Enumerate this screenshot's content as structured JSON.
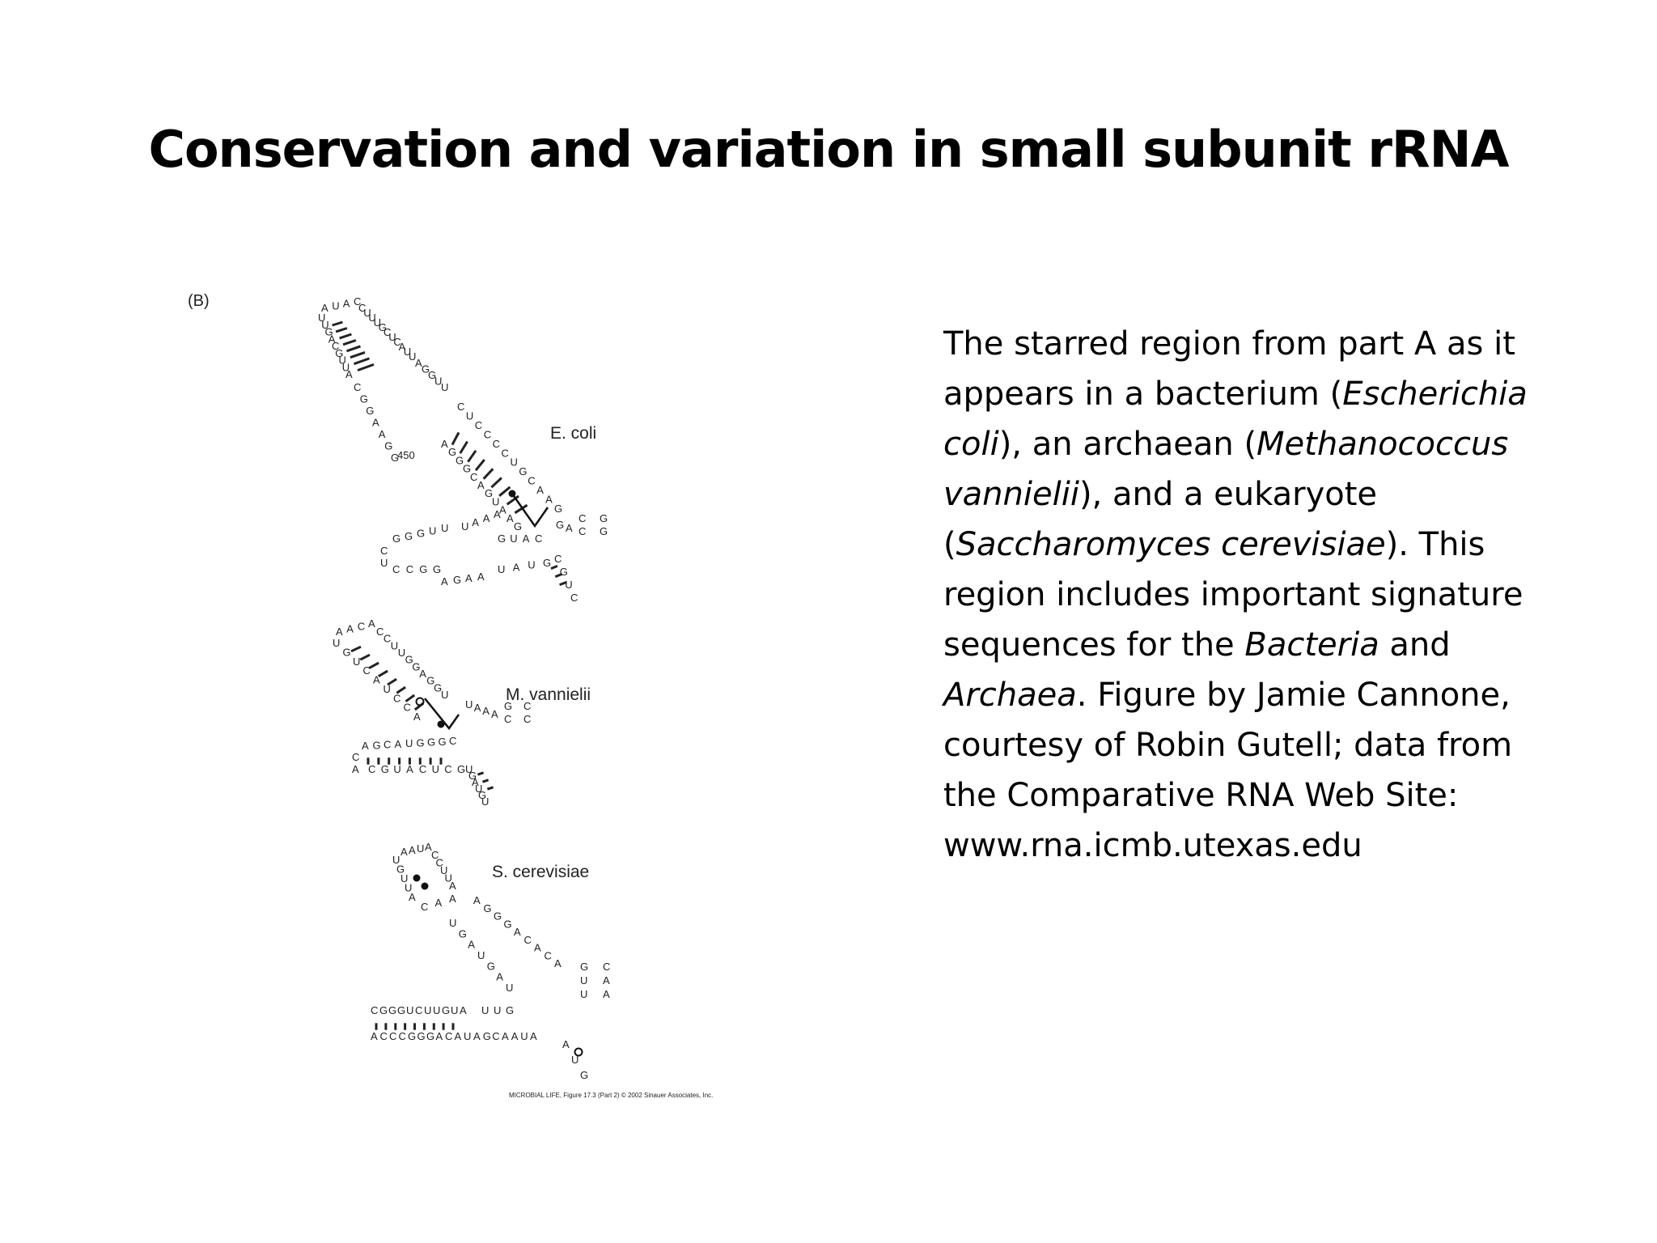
{
  "slide": {
    "title": "Conservation and variation in small subunit rRNA"
  },
  "figure": {
    "panel_label": "(B)",
    "species": [
      {
        "name": "E. coli",
        "marker": "450"
      },
      {
        "name": "M. vannielii"
      },
      {
        "name": "S. cerevisiae"
      }
    ],
    "credit": "MICROBIAL LIFE, Figure 17.3 (Part 2)  © 2002 Sinauer Associates, Inc.",
    "ecoli_seq": {
      "hp1": "AUAC",
      "a5": "UUGACGUUA",
      "a3": "CUUUGCUCAUU",
      "ib": "CGGAAGG",
      "ib2": "AGGUU",
      "b5": "AGGGCAGUAAG",
      "b3": "CUCCCCUGCAAG",
      "cl5": "GGGUU",
      "cl3": "CCGG",
      "cloop": "CU",
      "cr5": "GUAC",
      "cr3": "UAUG",
      "stub5": "UAAA",
      "loopb": "AGAA",
      "hp2": "CGUC"
    },
    "mv_seq": {
      "hp1": "AACA",
      "a5": "UGUCAUCCA",
      "a3": "CCUUGGAGGU",
      "b5": "UAAA",
      "l5": "AGCAUGGGC",
      "l3": "CGUACUCG",
      "lc": "CA",
      "hp2": "UGAUGU"
    },
    "sc_seq": {
      "hp1": "AAUA",
      "a5": "UGUUA",
      "a3": "CCUUA",
      "mid": "CAA",
      "s5": "UGAUGAU",
      "s3": "AGGGACACA",
      "pair5": "GUU",
      "pair3": "CAA",
      "l5": "CGGGUCUUGUA",
      "l3": "ACCCGGGACAU",
      "r5": "UUG",
      "r3": "AGCAAUA",
      "tail": "AUG"
    }
  },
  "caption": {
    "p1": "The starred region from part A as it appears in a bacterium (",
    "escherichia": "Escherichia coli",
    "p2": "), an archaean (",
    "methanococcus": "Methanococcus vannielii",
    "p3": "), and a eukaryote (",
    "saccharomyces": "Saccharomyces cerevisiae",
    "p4": "). This region includes important signature sequences for the ",
    "bacteria": "Bacteria",
    "p5": " and ",
    "archaea": "Archaea",
    "p6": ". Figure by Jamie Cannone, courtesy of Robin Gutell; data from the Comparative RNA Web Site: www.rna.icmb.utexas.edu"
  }
}
